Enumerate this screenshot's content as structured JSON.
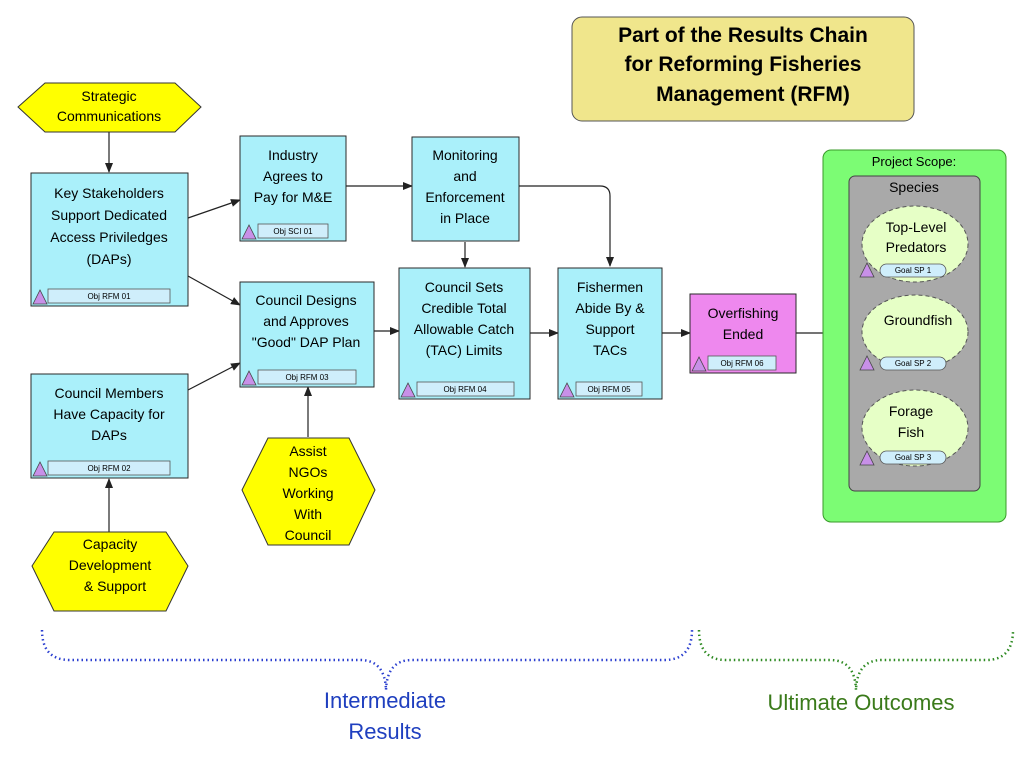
{
  "title": {
    "lines": [
      "Part of the Results Chain",
      "for Reforming Fisheries",
      "Management (RFM)"
    ]
  },
  "strategies": {
    "strategic_comm": [
      "Strategic",
      "Communications"
    ],
    "capacity_dev": [
      "Capacity",
      "Development",
      "& Support"
    ],
    "assist_ngos": [
      "Assist",
      "NGOs",
      "Working",
      "With",
      "Council"
    ]
  },
  "results": {
    "key_stakeholders": {
      "lines": [
        "Key Stakeholders",
        "Support Dedicated",
        "Access Priviledges",
        "(DAPs)"
      ],
      "tag": "Obj RFM 01"
    },
    "council_members": {
      "lines": [
        "Council Members",
        "Have Capacity for",
        "DAPs"
      ],
      "tag": "Obj RFM 02"
    },
    "industry_agrees": {
      "lines": [
        "Industry",
        "Agrees to",
        "Pay for M&E"
      ],
      "tag": "Obj SCI 01"
    },
    "council_designs": {
      "lines": [
        "Council Designs",
        "and Approves",
        "\"Good\" DAP Plan"
      ],
      "tag": "Obj RFM 03"
    },
    "monitoring": {
      "lines": [
        "Monitoring",
        "and",
        "Enforcement",
        "in Place"
      ]
    },
    "council_sets": {
      "lines": [
        "Council Sets",
        "Credible Total",
        "Allowable Catch",
        "(TAC) Limits"
      ],
      "tag": "Obj RFM 04"
    },
    "fishermen": {
      "lines": [
        "Fishermen",
        "Abide By &",
        "Support",
        "TACs"
      ],
      "tag": "Obj RFM 05"
    },
    "overfishing": {
      "lines": [
        "Overfishing",
        "Ended"
      ],
      "tag": "Obj RFM 06"
    }
  },
  "scope": {
    "title": "Project Scope:",
    "species_title": "Species",
    "targets": [
      {
        "lines": [
          "Top-Level",
          "Predators"
        ],
        "tag": "Goal SP 1"
      },
      {
        "lines": [
          "Groundfish"
        ],
        "tag": "Goal SP 2"
      },
      {
        "lines": [
          "Forage",
          "Fish"
        ],
        "tag": "Goal SP 3"
      }
    ]
  },
  "brackets": {
    "intermediate": [
      "Intermediate",
      "Results"
    ],
    "ultimate": "Ultimate Outcomes"
  },
  "colors": {
    "result_box": "#aaf0fa",
    "strategy": "#ffff00",
    "overfishing_box": "#ee88ee",
    "title_box": "#f0e68c",
    "scope_box": "#7cfc74",
    "species_box": "#a9a9a9",
    "target": "#e6ffc6",
    "intermediate_text": "#1f3fbf",
    "ultimate_text": "#3a7a1a"
  },
  "icons": {
    "factor_marker": "purple-triangle-icon",
    "target_marker": "purple-triangle-icon"
  }
}
